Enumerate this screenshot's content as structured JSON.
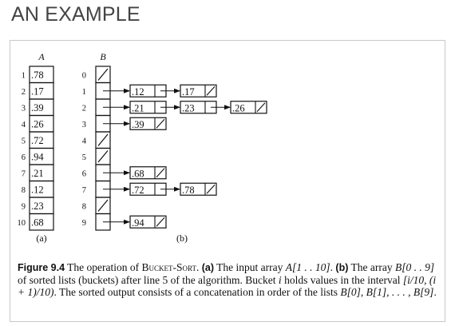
{
  "heading": "AN EXAMPLE",
  "figure": {
    "array_a": {
      "name": "A",
      "indices": [
        "1",
        "2",
        "3",
        "4",
        "5",
        "6",
        "7",
        "8",
        "9",
        "10"
      ],
      "values": [
        ".78",
        ".17",
        ".39",
        ".26",
        ".72",
        ".94",
        ".21",
        ".12",
        ".23",
        ".68"
      ],
      "sublabel": "(a)"
    },
    "array_b": {
      "name": "B",
      "indices": [
        "0",
        "1",
        "2",
        "3",
        "4",
        "5",
        "6",
        "7",
        "8",
        "9"
      ],
      "sublabel": "(b)",
      "buckets": [
        [],
        [
          ".12",
          ".17"
        ],
        [
          ".21",
          ".23",
          ".26"
        ],
        [
          ".39"
        ],
        [],
        [],
        [
          ".68"
        ],
        [
          ".72",
          ".78"
        ],
        [],
        [
          ".94"
        ]
      ]
    },
    "caption": {
      "label": "Figure 9.4",
      "t1": "  The operation of ",
      "algo": "Bucket-Sort",
      "t2": ".  ",
      "a_label": "(a)",
      "t3": " The input array ",
      "a_ref": "A[1 . . 10]",
      "t4": ".  ",
      "b_label": "(b)",
      "t5": " The array ",
      "b_ref": "B[0 . . 9]",
      "t6": " of sorted lists (buckets) after line 5 of the algorithm. Bucket ",
      "i_ref": "i",
      "t7": " holds values in the interval ",
      "interval": "[i/10, (i + 1)/10)",
      "t8": ".  The sorted output consists of a concatenation in order of the lists ",
      "lists": "B[0], B[1], . . . , B[9]",
      "t9": "."
    }
  }
}
